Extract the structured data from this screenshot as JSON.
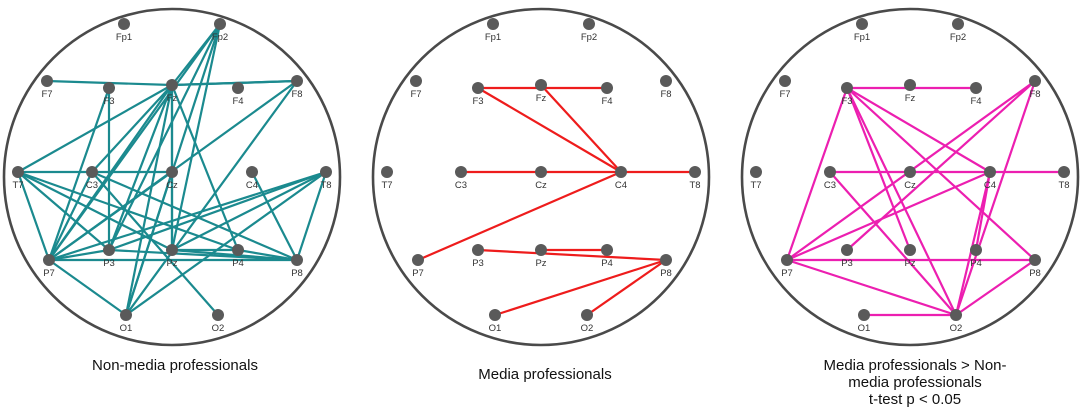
{
  "electrodes": [
    "Fp1",
    "Fp2",
    "F7",
    "F3",
    "Fz",
    "F4",
    "F8",
    "T7",
    "C3",
    "Cz",
    "C4",
    "T8",
    "P7",
    "P3",
    "Pz",
    "P4",
    "P8",
    "O1",
    "O2"
  ],
  "panels": [
    {
      "id": "non-media",
      "caption_lines": [
        "Non-media professionals"
      ],
      "edge_color": "#1b8a8f",
      "edges": [
        [
          "F7",
          "Fz"
        ],
        [
          "Fz",
          "F8"
        ],
        [
          "Fz",
          "F8"
        ],
        [
          "F3",
          "P7"
        ],
        [
          "F3",
          "P3"
        ],
        [
          "Fz",
          "T7"
        ],
        [
          "Fz",
          "P7"
        ],
        [
          "Fz",
          "P3"
        ],
        [
          "Fz",
          "P4"
        ],
        [
          "Fz",
          "O1"
        ],
        [
          "Fz",
          "Pz"
        ],
        [
          "Fz",
          "C3"
        ],
        [
          "Fz",
          "Cz"
        ],
        [
          "Fp2",
          "O1"
        ],
        [
          "Fp2",
          "P7"
        ],
        [
          "Fp2",
          "P3"
        ],
        [
          "Fp2",
          "Pz"
        ],
        [
          "Fp2",
          "Fz"
        ],
        [
          "T7",
          "Cz"
        ],
        [
          "T7",
          "P7"
        ],
        [
          "T7",
          "P3"
        ],
        [
          "T7",
          "Pz"
        ],
        [
          "T7",
          "P4"
        ],
        [
          "C3",
          "P7"
        ],
        [
          "C3",
          "P8"
        ],
        [
          "C3",
          "O2"
        ],
        [
          "Cz",
          "P7"
        ],
        [
          "Cz",
          "O1"
        ],
        [
          "Cz",
          "Pz"
        ],
        [
          "T8",
          "P7"
        ],
        [
          "T8",
          "P3"
        ],
        [
          "T8",
          "Pz"
        ],
        [
          "T8",
          "P8"
        ],
        [
          "T8",
          "O1"
        ],
        [
          "C4",
          "P8"
        ],
        [
          "P7",
          "P3"
        ],
        [
          "P7",
          "P8"
        ],
        [
          "P7",
          "O1"
        ],
        [
          "P3",
          "P8"
        ],
        [
          "Pz",
          "P4"
        ],
        [
          "Pz",
          "P8"
        ],
        [
          "P4",
          "P8"
        ],
        [
          "F8",
          "O1"
        ],
        [
          "F8",
          "P7"
        ]
      ]
    },
    {
      "id": "media",
      "caption_lines": [
        "Media professionals"
      ],
      "edge_color": "#ee1c1c",
      "edges": [
        [
          "F3",
          "F4"
        ],
        [
          "F3",
          "C4"
        ],
        [
          "Fz",
          "C4"
        ],
        [
          "C3",
          "C4"
        ],
        [
          "C4",
          "T8"
        ],
        [
          "P7",
          "C4"
        ],
        [
          "P3",
          "P8"
        ],
        [
          "Pz",
          "P4"
        ],
        [
          "O1",
          "P8"
        ],
        [
          "O2",
          "P8"
        ]
      ]
    },
    {
      "id": "difference",
      "caption_lines": [
        "Media professionals > Non-",
        "media professionals",
        "t-test p < 0.05"
      ],
      "edge_color": "#ec1fb0",
      "edges": [
        [
          "F3",
          "F4"
        ],
        [
          "F3",
          "P7"
        ],
        [
          "F3",
          "Pz"
        ],
        [
          "F3",
          "O2"
        ],
        [
          "F3",
          "C4"
        ],
        [
          "F3",
          "P8"
        ],
        [
          "F8",
          "P7"
        ],
        [
          "F8",
          "P3"
        ],
        [
          "F8",
          "O2"
        ],
        [
          "C3",
          "T8"
        ],
        [
          "C3",
          "O2"
        ],
        [
          "P7",
          "C4"
        ],
        [
          "P7",
          "O2"
        ],
        [
          "P7",
          "P8"
        ],
        [
          "C4",
          "P4"
        ],
        [
          "C4",
          "O2"
        ],
        [
          "P8",
          "O2"
        ],
        [
          "O1",
          "O2"
        ]
      ]
    }
  ]
}
